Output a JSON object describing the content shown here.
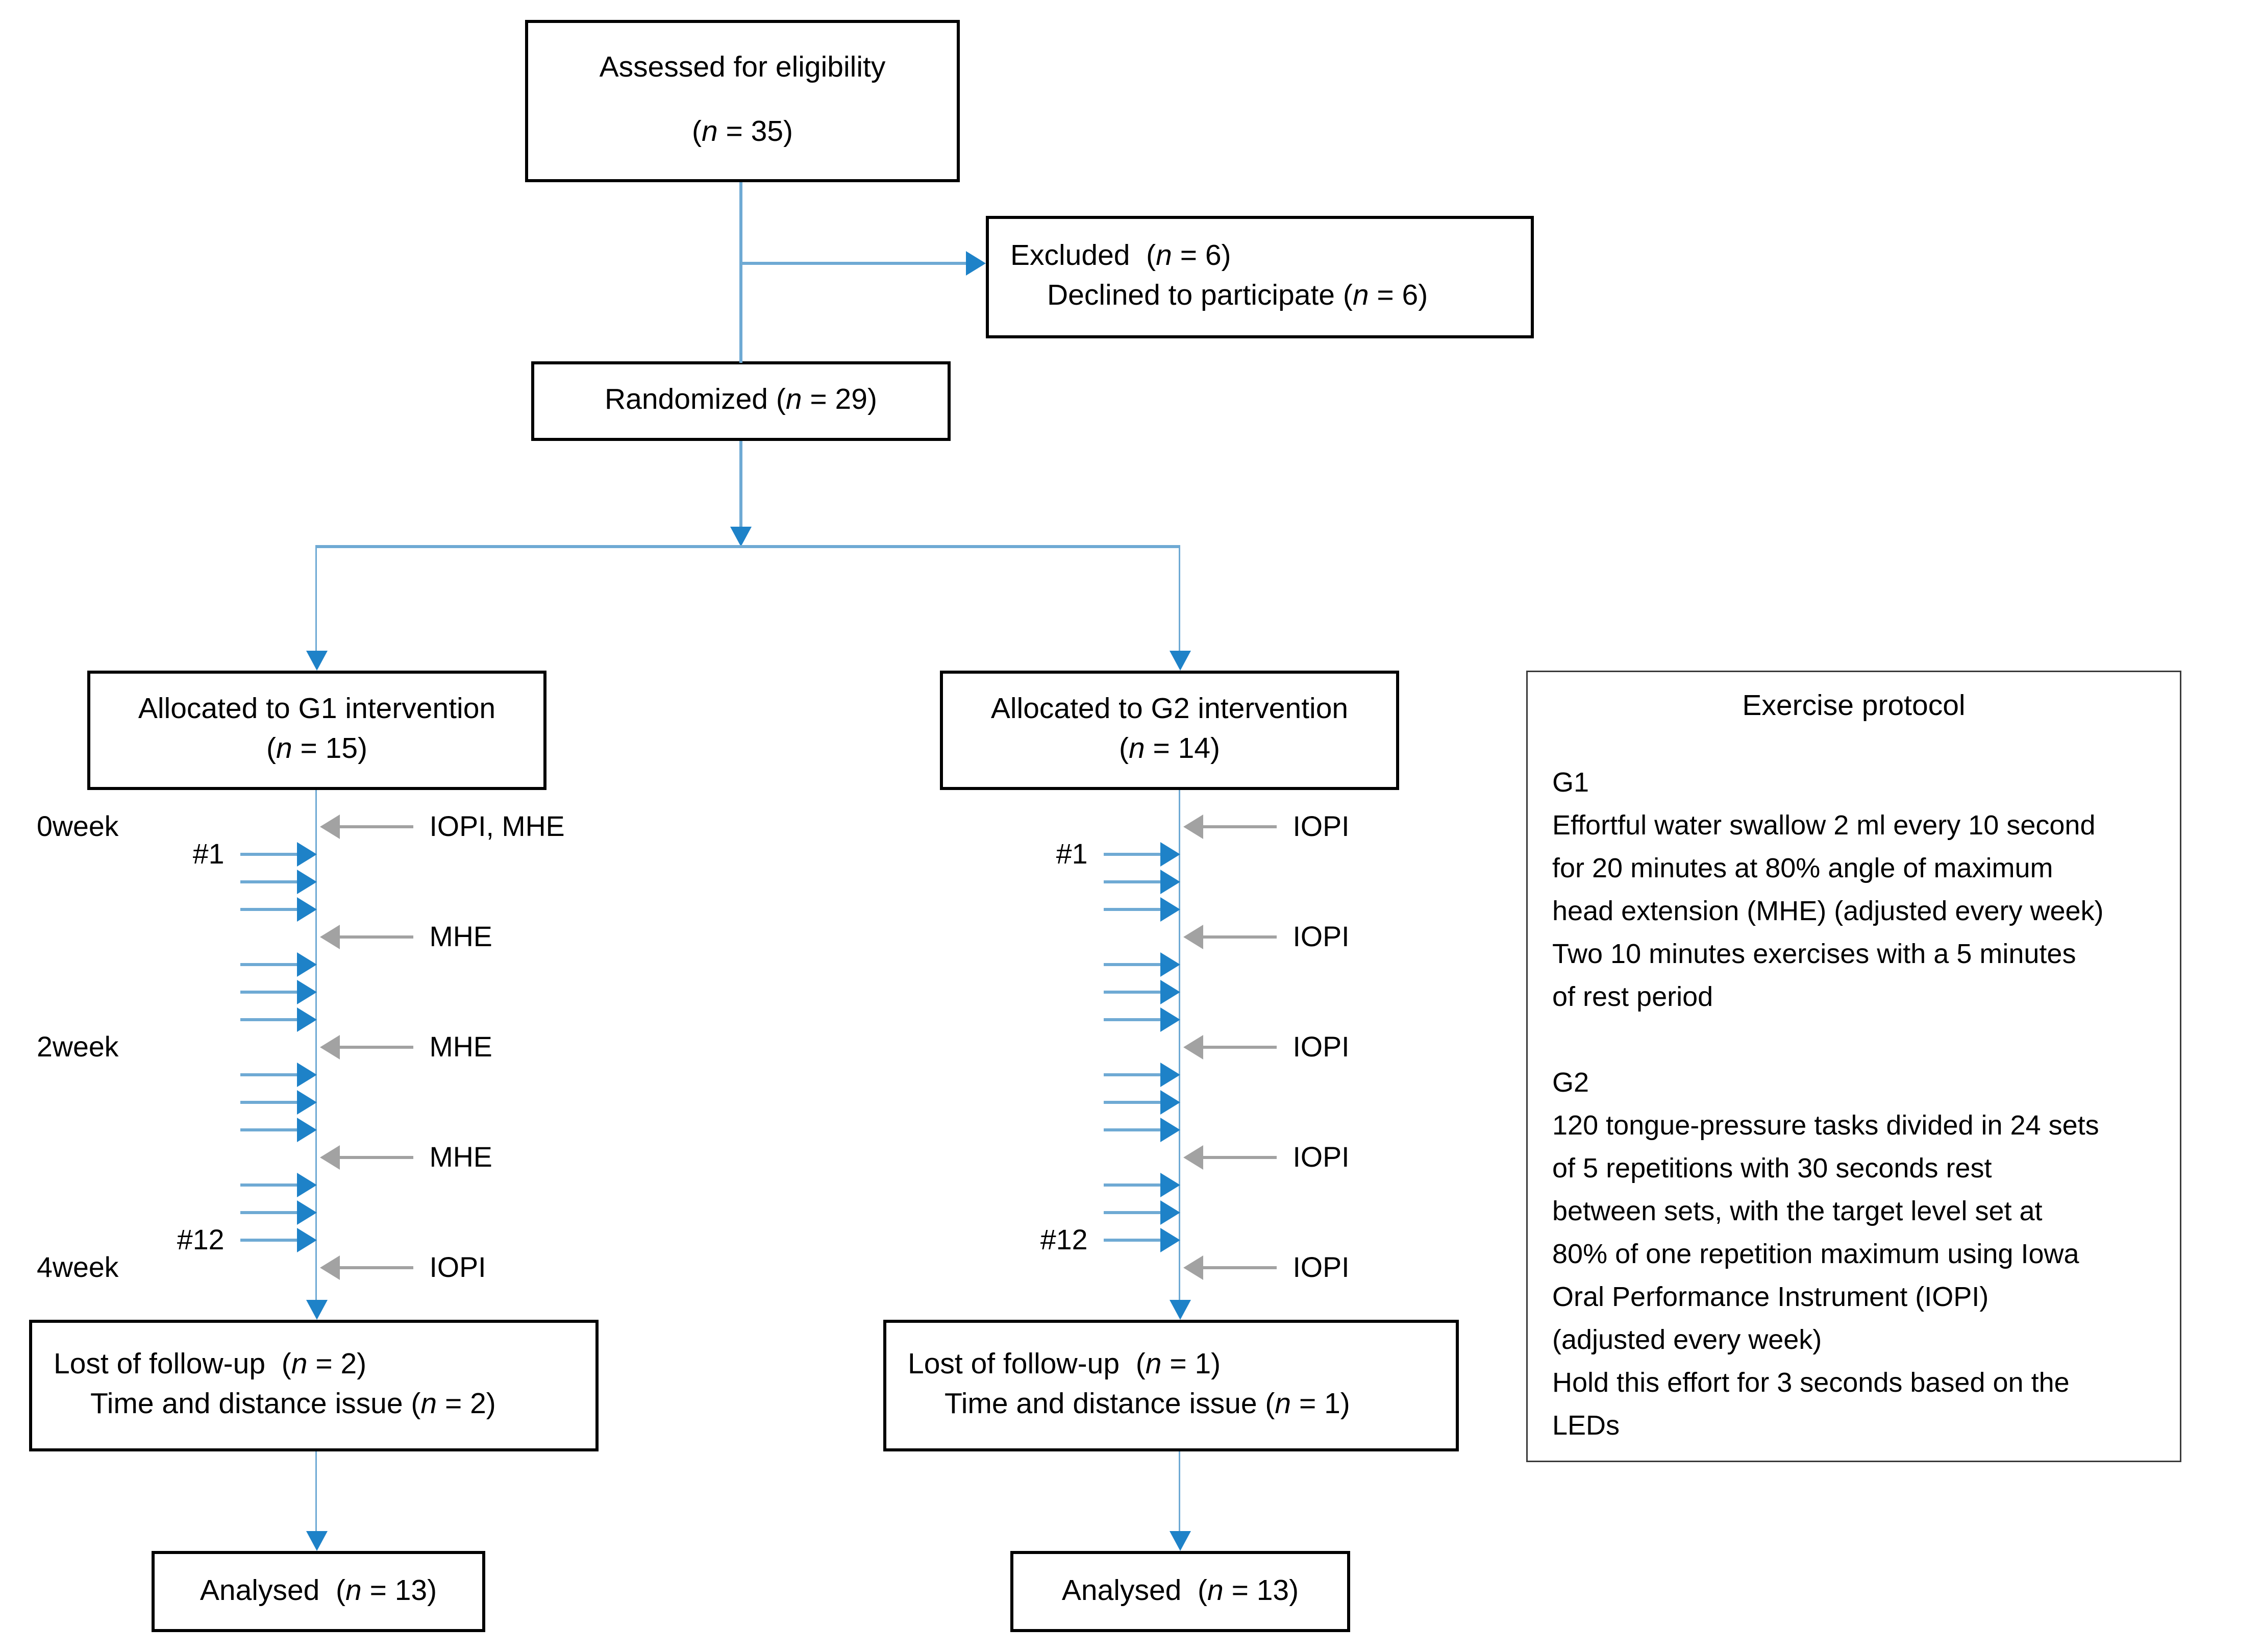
{
  "colors": {
    "blue": "#1E82C8",
    "blue_light": "#6FAAD4",
    "gray": "#A2A2A2"
  },
  "boxes": {
    "assessed": {
      "line1": "Assessed for eligibility",
      "line2": "(n = 35)"
    },
    "excluded": {
      "line1": "Excluded  (n = 6)",
      "line2": "Declined to participate (n = 6)"
    },
    "randomized": {
      "label": "Randomized (n = 29)"
    },
    "g1_alloc": {
      "line1": "Allocated to G1 intervention",
      "line2": "(n = 15)"
    },
    "g2_alloc": {
      "line1": "Allocated to G2 intervention",
      "line2": "(n = 14)"
    },
    "g1_lost": {
      "line1": "Lost of follow-up  (n = 2)",
      "line2": "Time and distance issue (n = 2)"
    },
    "g2_lost": {
      "line1": "Lost of follow-up  (n = 1)",
      "line2": "Time and distance issue (n = 1)"
    },
    "g1_analysed": {
      "label": "Analysed  (n = 13)"
    },
    "g2_analysed": {
      "label": "Analysed  (n = 13)"
    }
  },
  "protocol": {
    "title": "Exercise protocol",
    "body": "G1\nEffortful water swallow 2 ml every 10 second\nfor 20 minutes at 80% angle of maximum\nhead extension (MHE) (adjusted every week)\nTwo 10 minutes exercises with a 5 minutes\nof rest period\n\nG2\n120 tongue-pressure tasks divided in 24 sets\nof 5 repetitions with 30 seconds rest\nbetween sets, with the target level set at\n80% of one repetition maximum using Iowa\nOral Performance Instrument (IOPI)\n(adjusted every week)\nHold this effort for 3 seconds based on the\nLEDs"
  },
  "timelines": {
    "g1": {
      "events": [
        {
          "type": "gray",
          "label": "IOPI, MHE",
          "week": "0week"
        },
        {
          "type": "blue",
          "tag": "#1"
        },
        {
          "type": "blue"
        },
        {
          "type": "blue"
        },
        {
          "type": "gray",
          "label": "MHE"
        },
        {
          "type": "blue"
        },
        {
          "type": "blue"
        },
        {
          "type": "blue"
        },
        {
          "type": "gray",
          "label": "MHE",
          "week": "2week"
        },
        {
          "type": "blue"
        },
        {
          "type": "blue"
        },
        {
          "type": "blue"
        },
        {
          "type": "gray",
          "label": "MHE"
        },
        {
          "type": "blue"
        },
        {
          "type": "blue"
        },
        {
          "type": "blue",
          "tag": "#12"
        },
        {
          "type": "gray",
          "label": "IOPI",
          "week": "4week"
        }
      ]
    },
    "g2": {
      "events": [
        {
          "type": "gray",
          "label": "IOPI"
        },
        {
          "type": "blue",
          "tag": "#1"
        },
        {
          "type": "blue"
        },
        {
          "type": "blue"
        },
        {
          "type": "gray",
          "label": "IOPI"
        },
        {
          "type": "blue"
        },
        {
          "type": "blue"
        },
        {
          "type": "blue"
        },
        {
          "type": "gray",
          "label": "IOPI"
        },
        {
          "type": "blue"
        },
        {
          "type": "blue"
        },
        {
          "type": "blue"
        },
        {
          "type": "gray",
          "label": "IOPI"
        },
        {
          "type": "blue"
        },
        {
          "type": "blue"
        },
        {
          "type": "blue",
          "tag": "#12"
        },
        {
          "type": "gray",
          "label": "IOPI"
        }
      ]
    }
  }
}
